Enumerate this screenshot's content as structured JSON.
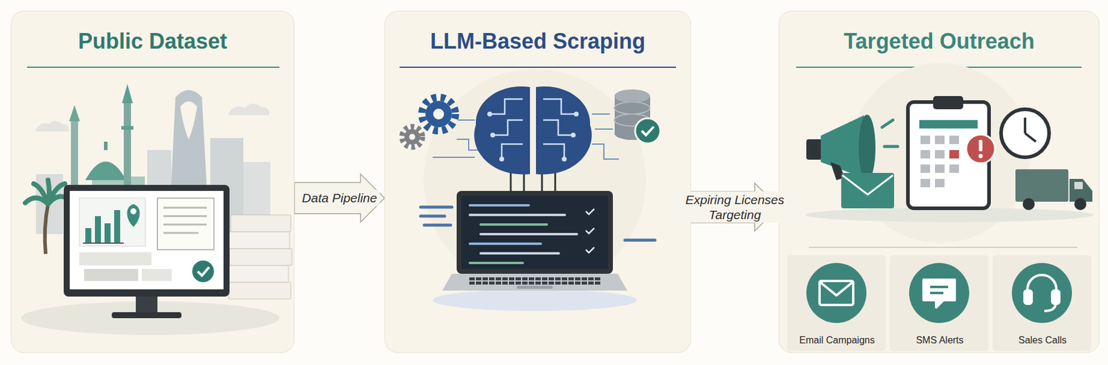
{
  "diagram": {
    "nodes": [
      {
        "text": [
          "Public Dataset"
        ]
      },
      {
        "text": [
          "LLM-Based Scraping"
        ]
      },
      {
        "text": [
          "Targeted Outreach"
        ]
      },
      {
        "text": [
          "Email Campaigns"
        ],
        "in": 2
      },
      {
        "text": [
          "SMS Alerts"
        ],
        "in": 2
      },
      {
        "text": [
          "Sales Calls"
        ],
        "in": 2
      }
    ],
    "edges": [
      {
        "from": 0,
        "to": 1,
        "label": "Data Pipeline",
        "arrow": "to"
      },
      {
        "from": 1,
        "to": 2,
        "label": "Expiring Licenses Targeting",
        "arrow": "to"
      }
    ]
  }
}
